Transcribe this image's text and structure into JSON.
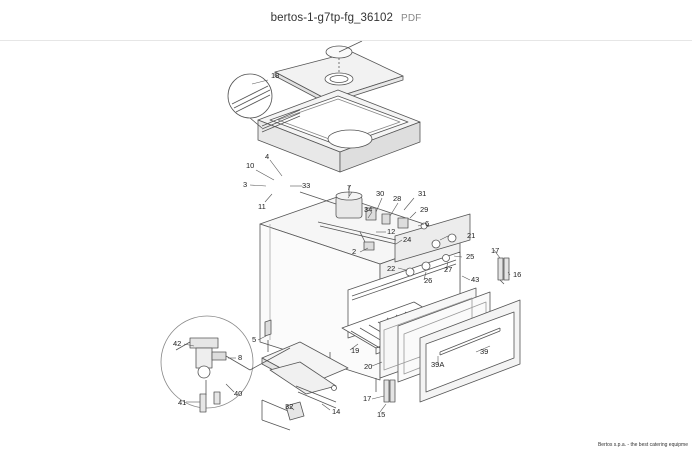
{
  "header": {
    "title": "bertos-1-g7tp-fg_36102",
    "format": "PDF"
  },
  "diagram": {
    "callouts": [
      "18",
      "4",
      "10",
      "33",
      "3",
      "11",
      "7",
      "30",
      "28",
      "31",
      "29",
      "34",
      "6",
      "12",
      "24",
      "21",
      "2",
      "25",
      "17",
      "16",
      "22",
      "26",
      "27",
      "43",
      "5",
      "42",
      "8",
      "19",
      "20",
      "39",
      "39A",
      "40",
      "41",
      "32",
      "14",
      "17",
      "15"
    ]
  },
  "footer": {
    "text": "Bertos s.p.a. - the best catering equipme"
  }
}
